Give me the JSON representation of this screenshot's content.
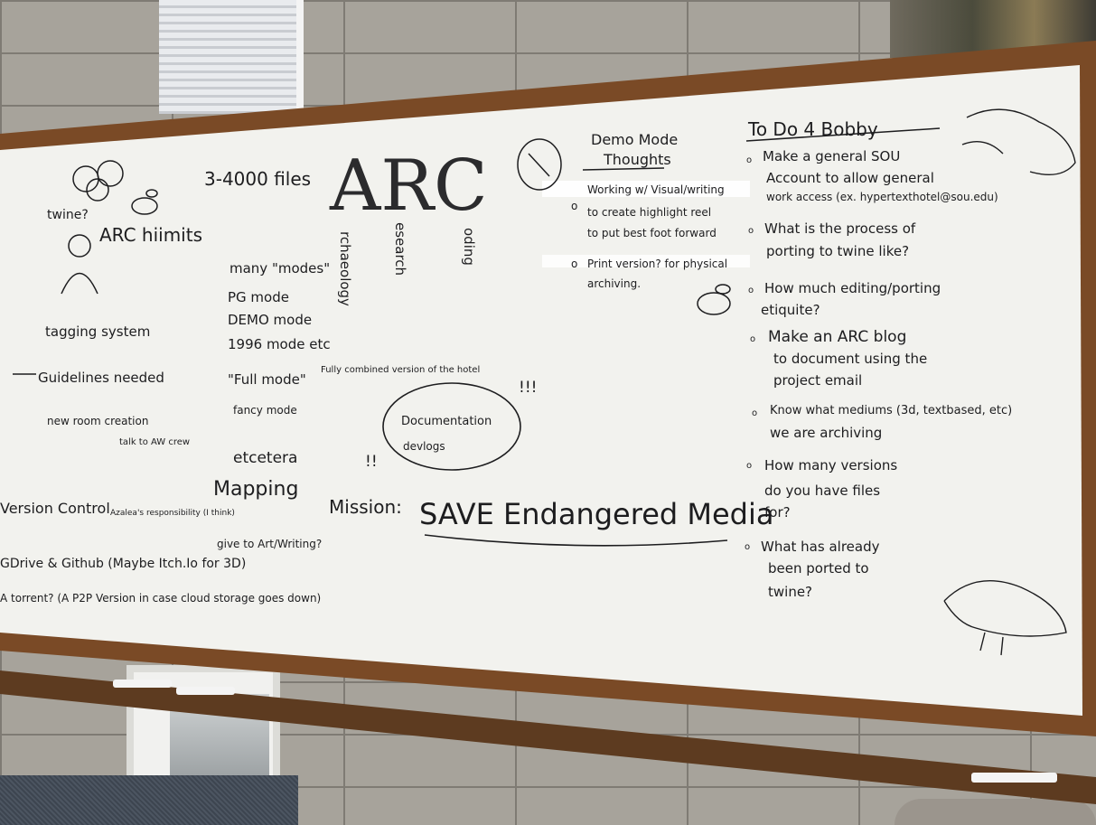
{
  "board": {
    "title": "ARC",
    "files_note": "3-4000 files",
    "twine_label": "twine?",
    "arc_hiimits": "ARC hiimits",
    "acronym": [
      "rchaeology",
      "esearch",
      "oding"
    ],
    "modes": {
      "heading": "many \"modes\"",
      "items": [
        "PG mode",
        "DEMO mode",
        "1996 mode etc",
        "\"Full mode\"",
        "fancy mode"
      ],
      "full_mode_note": "Fully combined version of the hotel"
    },
    "etcetera": "etcetera",
    "tagging": {
      "system": "tagging system",
      "guidelines": "Guidelines needed",
      "new_room": "new room creation",
      "talk": "talk to AW crew"
    },
    "documentation": {
      "line1": "Documentation",
      "line2": "devlogs",
      "excl_right": "!!!",
      "excl_left": "!!"
    },
    "mapping": "Mapping",
    "mission": {
      "label": "Mission:",
      "text": "SAVE Endangered Media"
    },
    "bottom_left": {
      "version_control": "Version Control",
      "responsibility": "Azalea's responsibility (I think)",
      "give_to": "give to Art/Writing?",
      "drive": "GDrive & Github (Maybe Itch.Io for 3D)",
      "torrent": "A torrent? (A P2P Version in case cloud storage goes down)"
    },
    "demo_mode": {
      "title_line1": "Demo Mode",
      "title_line2": "Thoughts",
      "bullets": [
        [
          "Working w/ Visual/writing",
          "to create highlight reel",
          "to put best foot forward"
        ],
        [
          "Print version? for physical",
          "archiving."
        ]
      ]
    },
    "todo": {
      "title": "To Do 4 Bobby",
      "items": [
        [
          "Make a general SOU",
          "Account to allow general",
          "work access (ex. hypertexthotel@sou.edu)"
        ],
        [
          "What is the process of",
          "porting to twine like?"
        ],
        [
          "How much editing/porting",
          "etiquite?"
        ],
        [
          "Make an ARC blog",
          "to document using the",
          "project email"
        ],
        [
          "Know what mediums (3d, textbased, etc)",
          "we are archiving"
        ],
        [
          "How many versions",
          "do you have files",
          "for?"
        ],
        [
          "What has already",
          "been ported to",
          "twine?"
        ]
      ]
    }
  },
  "colors": {
    "frame": "#7a4a26",
    "board": "#f2f2ee",
    "marker": "#1d1d1f",
    "wall": "#a7a39b"
  },
  "icons": [
    "bee-icon",
    "rat-doodle-icon",
    "bird-doodle-icon",
    "person-doodle-icon",
    "marker-icon"
  ]
}
